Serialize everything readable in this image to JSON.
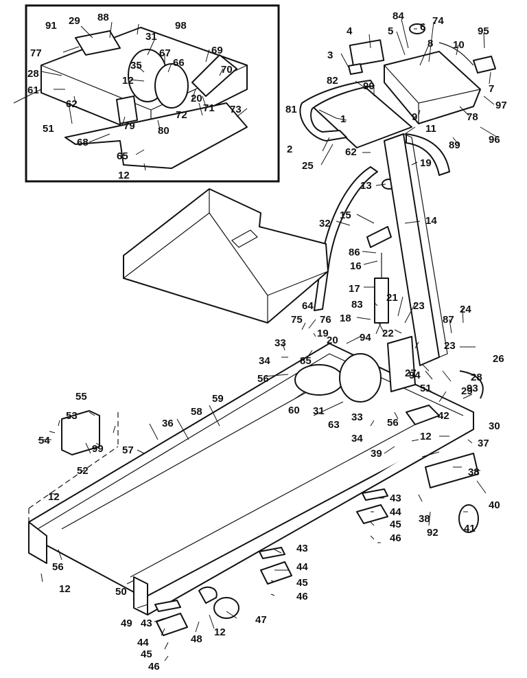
{
  "labels": {
    "inset": [
      "91",
      "29",
      "88",
      "98",
      "77",
      "31",
      "67",
      "69",
      "35",
      "66",
      "70",
      "28",
      "12",
      "61",
      "62",
      "20",
      "72",
      "71",
      "51",
      "79",
      "80",
      "73",
      "68",
      "65",
      "12"
    ],
    "console": [
      "84",
      "74",
      "6",
      "4",
      "5",
      "8",
      "95",
      "10",
      "3",
      "7",
      "82",
      "90",
      "97",
      "81",
      "1",
      "9",
      "78",
      "2",
      "96",
      "89",
      "11",
      "62",
      "25",
      "19"
    ],
    "upright": [
      "13",
      "32",
      "15",
      "14",
      "86",
      "16",
      "17",
      "83",
      "21",
      "23",
      "18",
      "24",
      "87",
      "64",
      "75",
      "76",
      "19",
      "20",
      "94",
      "22",
      "23",
      "26",
      "33",
      "34",
      "85",
      "27",
      "94",
      "28",
      "93",
      "51",
      "29",
      "56",
      "60",
      "31",
      "63",
      "33",
      "30",
      "34",
      "12",
      "37",
      "38",
      "39",
      "56",
      "42",
      "55",
      "53",
      "54",
      "99",
      "52",
      "36",
      "58",
      "59",
      "57",
      "43",
      "44",
      "45",
      "46",
      "38",
      "92",
      "41",
      "40",
      "12",
      "56",
      "12",
      "43",
      "44",
      "45",
      "46",
      "50",
      "49",
      "43",
      "47",
      "44",
      "48",
      "12",
      "45",
      "46"
    ]
  }
}
